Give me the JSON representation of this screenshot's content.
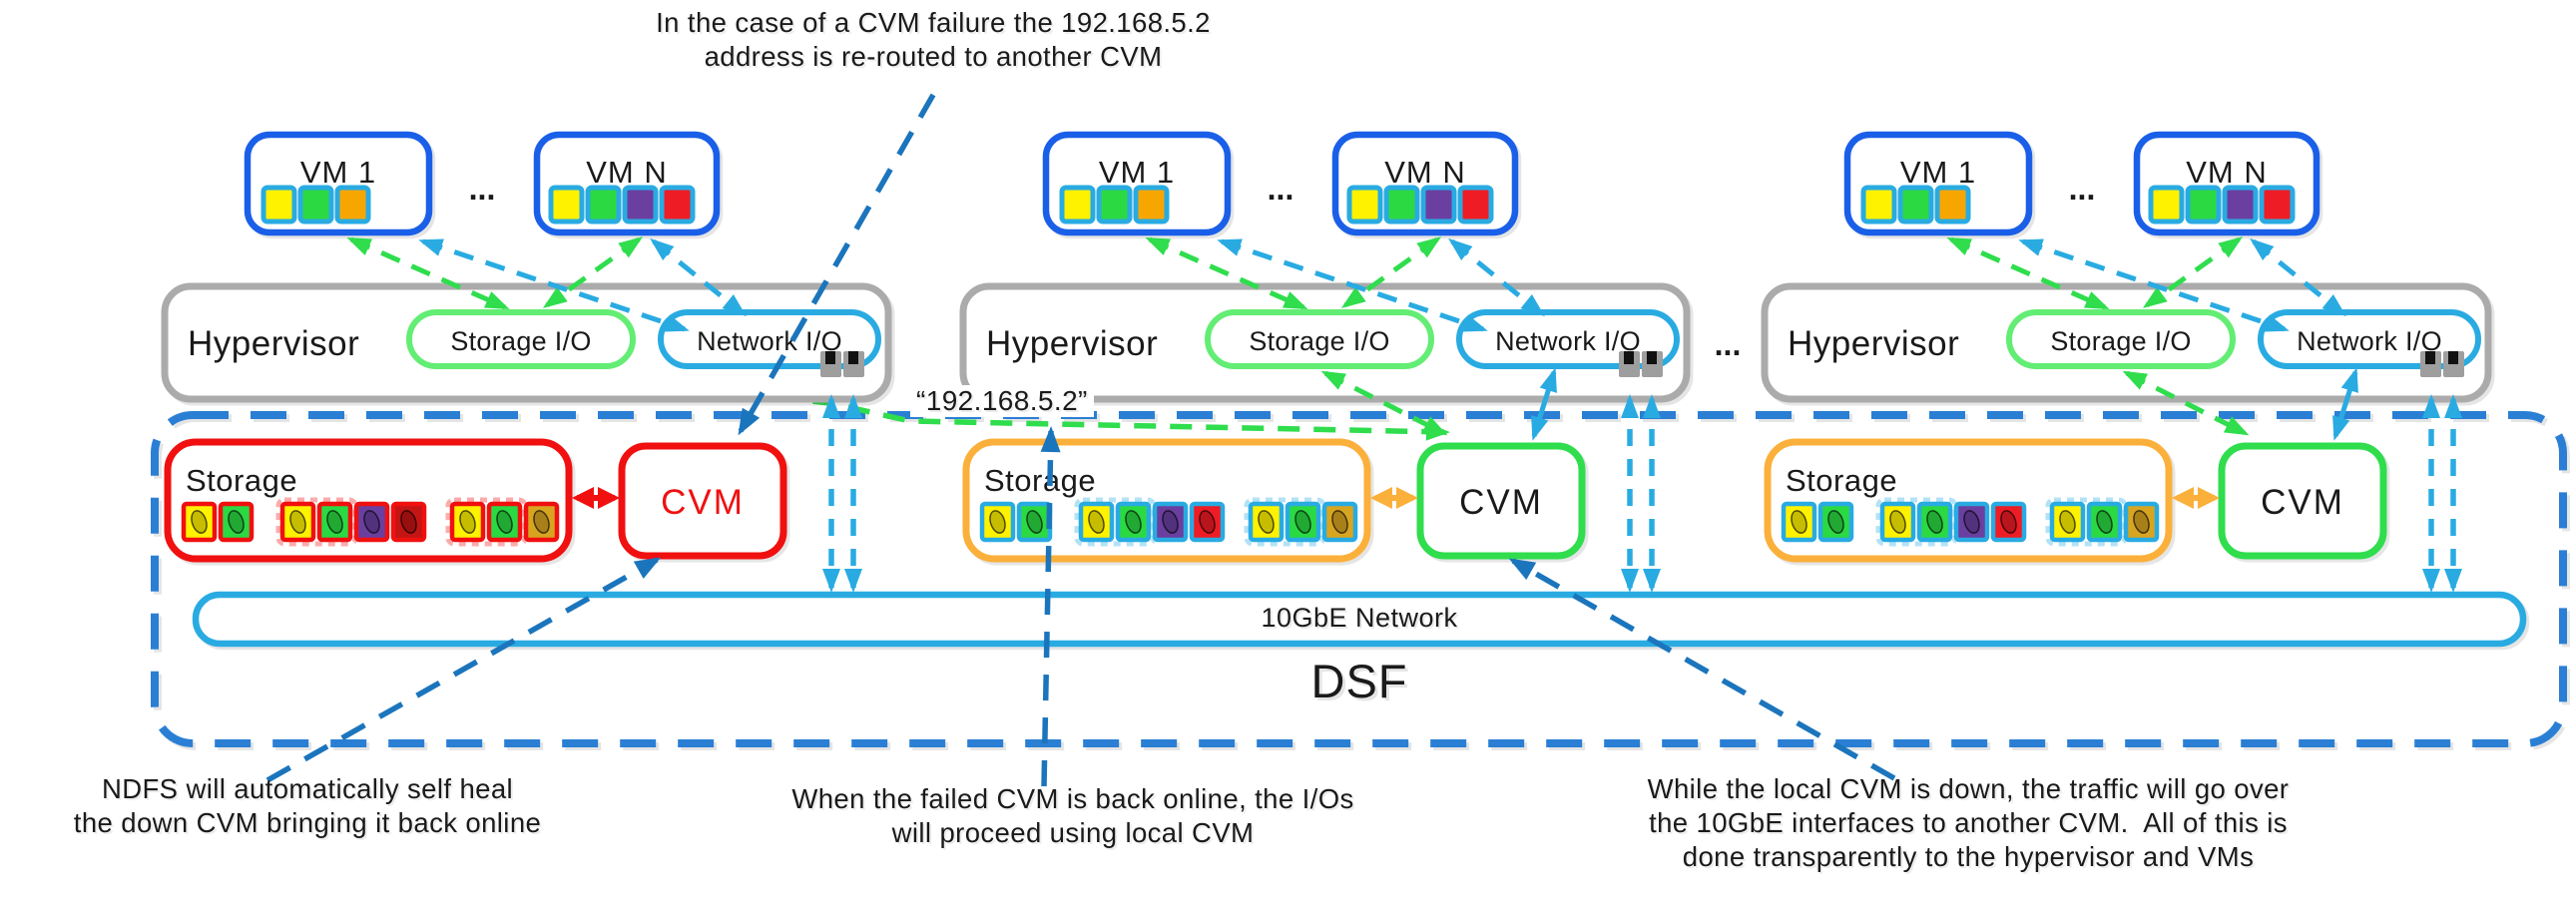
{
  "top_annotation": {
    "line1": "In the case of a CVM failure the 192.168.5.2",
    "line2": "address is re-routed to another CVM"
  },
  "ip_label": "“192.168.5.2”",
  "network_bar": {
    "label": "10GbE Network"
  },
  "dsf_label": "DSF",
  "node_labels": {
    "vm1": "VM 1",
    "vmn": "VM N",
    "dots": "...",
    "hypervisor": "Hypervisor",
    "storage_io": "Storage I/O",
    "network_io": "Network I/O",
    "storage": "Storage",
    "cvm": "CVM"
  },
  "annotations": {
    "self_heal": {
      "line1": "NDFS will automatically self heal",
      "line2": "the down CVM bringing it back online"
    },
    "back_online": {
      "line1": "When the failed CVM is back online, the I/Os",
      "line2": "will proceed using local CVM"
    },
    "traffic_reroute": {
      "line1": "While the local CVM is down, the traffic will go over",
      "line2": "the 10GbE interfaces to another CVM.  All of this is",
      "line3": "done transparently to the hypervisor and VMs"
    }
  },
  "colors": {
    "vm_border_blue": "#1a5fe8",
    "cyan": "#29abe2",
    "green": "#2fdd4d",
    "storage_io_green": "#63ed74",
    "hypervisor_gray": "#ababab",
    "failed_red": "#f01010",
    "storage_orange": "#fbb03b",
    "annotation_blue": "#1b75bc",
    "block_yellow": "#fef200",
    "block_green": "#2bd943",
    "block_orange": "#f7a600",
    "block_purple": "#6a3fa0",
    "block_red": "#ee1c25"
  }
}
